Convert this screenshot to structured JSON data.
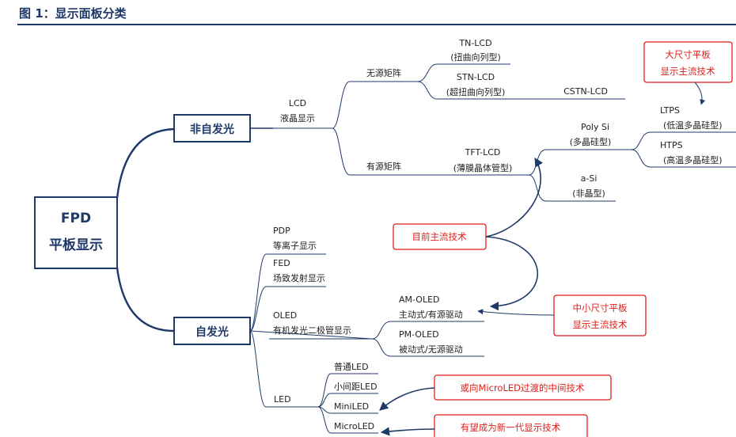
{
  "title": "图 1：显示面板分类",
  "root": {
    "line1": "FPD",
    "line2": "平板显示"
  },
  "non_emissive": {
    "label": "非自发光",
    "lcd": {
      "name": "LCD",
      "sub": "液晶显示"
    },
    "passive": {
      "label": "无源矩阵",
      "tn": {
        "name": "TN-LCD",
        "sub": "(扭曲向列型)"
      },
      "stn": {
        "name": "STN-LCD",
        "sub": "(超扭曲向列型)"
      },
      "cstn": "CSTN-LCD"
    },
    "active": {
      "label": "有源矩阵",
      "tft": {
        "name": "TFT-LCD",
        "sub": "(薄膜晶体管型)"
      },
      "polysi": {
        "name": "Poly Si",
        "sub": "(多晶硅型)"
      },
      "asi": {
        "name": "a-Si",
        "sub": "(非晶型)"
      },
      "ltps": {
        "name": "LTPS",
        "sub": "(低温多晶硅型)"
      },
      "htps": {
        "name": "HTPS",
        "sub": "(高温多晶硅型)"
      }
    }
  },
  "emissive": {
    "label": "自发光",
    "pdp": {
      "name": "PDP",
      "sub": "等离子显示"
    },
    "fed": {
      "name": "FED",
      "sub": "场致发射显示"
    },
    "oled": {
      "name": "OLED",
      "sub": "有机发光二极管显示",
      "am": {
        "name": "AM-OLED",
        "sub": "主动式/有源驱动"
      },
      "pm": {
        "name": "PM-OLED",
        "sub": "被动式/无源驱动"
      }
    },
    "led": {
      "name": "LED",
      "items": [
        "普通LED",
        "小间距LED",
        "MiniLED",
        "MicroLED"
      ]
    }
  },
  "callouts": {
    "large": {
      "line1": "大尺寸平板",
      "line2": "显示主流技术"
    },
    "mainstream": "目前主流技术",
    "small": {
      "line1": "中小尺寸平板",
      "line2": "显示主流技术"
    },
    "transition": "或向MicroLED过渡的中间技术",
    "next": "有望成为新一代显示技术"
  },
  "colors": {
    "navy": "#1f3a68",
    "red": "#e0201b"
  }
}
